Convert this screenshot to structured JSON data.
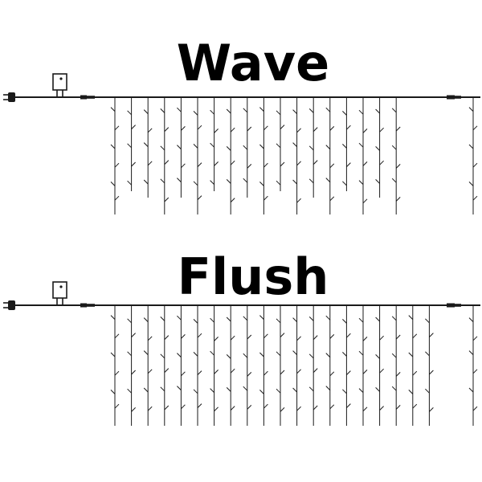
{
  "panels": [
    {
      "id": "wave",
      "title": "Wave",
      "colors": {
        "line": "#1a1a1a"
      }
    },
    {
      "id": "flush",
      "title": "Flush",
      "colors": {
        "line": "#1a1a1a"
      }
    }
  ],
  "icons": [
    "power-plug-icon",
    "controller-box-icon",
    "connector-icon"
  ]
}
